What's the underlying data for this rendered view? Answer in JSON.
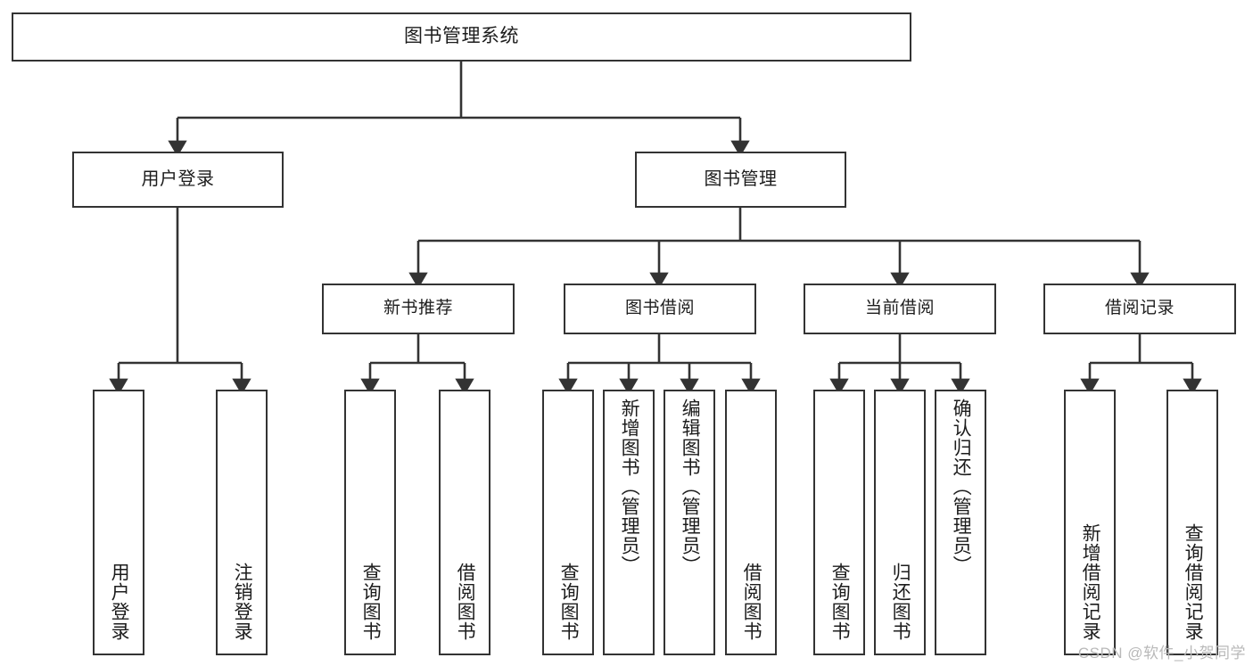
{
  "diagram": {
    "title": "图书管理系统",
    "type": "tree",
    "colors": {
      "box_border": "#333333",
      "box_fill": "#ffffff",
      "connector": "#333333",
      "text": "#1c1c1c",
      "watermark": "#b9b9b9",
      "background": "#ffffff"
    },
    "nodes": {
      "root": {
        "label": "图书管理系统"
      },
      "level2": [
        {
          "id": "user-login",
          "label": "用户登录"
        },
        {
          "id": "book-manage",
          "label": "图书管理"
        }
      ],
      "level3": [
        {
          "id": "new-book-rec",
          "label": "新书推荐"
        },
        {
          "id": "book-borrow",
          "label": "图书借阅"
        },
        {
          "id": "current-borrow",
          "label": "当前借阅"
        },
        {
          "id": "borrow-record",
          "label": "借阅记录"
        }
      ],
      "leaves": {
        "user-login": [
          {
            "id": "leaf-user-login",
            "label": "用户登录"
          },
          {
            "id": "leaf-user-logout",
            "label": "注销登录"
          }
        ],
        "new-book-rec": [
          {
            "id": "leaf-query-book-1",
            "label": "查询图书"
          },
          {
            "id": "leaf-borrow-book-1",
            "label": "借阅图书"
          }
        ],
        "book-borrow": [
          {
            "id": "leaf-query-book-2",
            "label": "查询图书"
          },
          {
            "id": "leaf-add-book",
            "label": "新增图书（管理员）"
          },
          {
            "id": "leaf-edit-book",
            "label": "编辑图书（管理员）"
          },
          {
            "id": "leaf-borrow-book-2",
            "label": "借阅图书"
          }
        ],
        "current-borrow": [
          {
            "id": "leaf-query-book-3",
            "label": "查询图书"
          },
          {
            "id": "leaf-return-book",
            "label": "归还图书"
          },
          {
            "id": "leaf-confirm-return",
            "label": "确认归还（管理员）"
          }
        ],
        "borrow-record": [
          {
            "id": "leaf-add-record",
            "label": "新增借阅记录"
          },
          {
            "id": "leaf-query-record",
            "label": "查询借阅记录"
          }
        ]
      }
    },
    "watermark": "CSDN @软件_小贺同学"
  }
}
